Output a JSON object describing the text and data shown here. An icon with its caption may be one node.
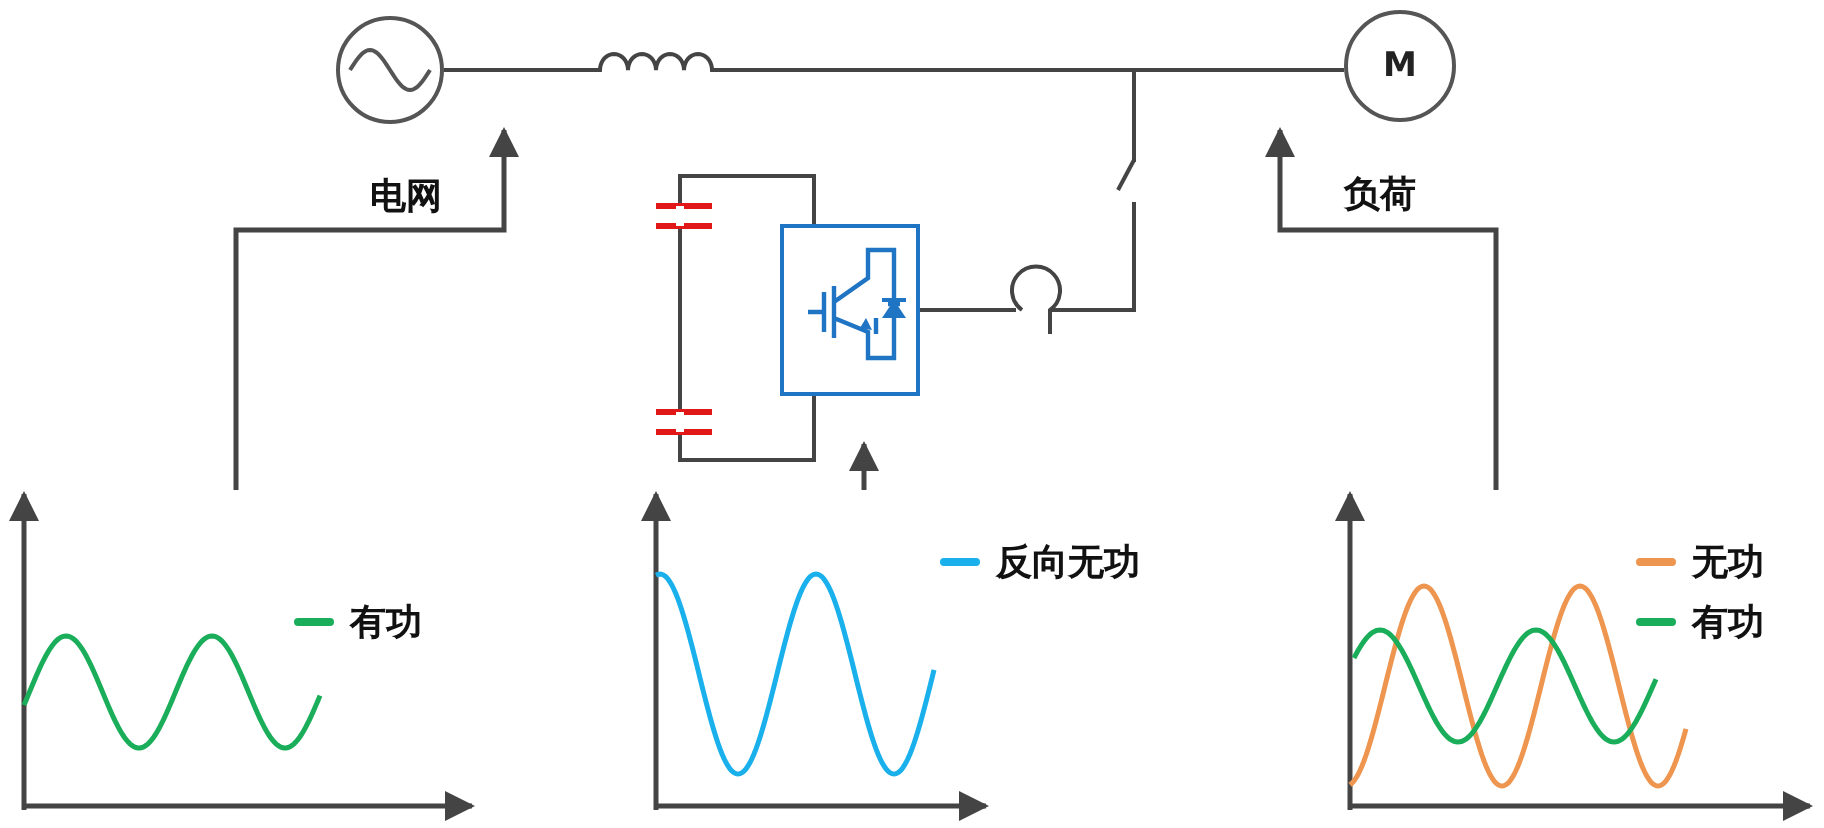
{
  "diagram": {
    "nodes": [
      {
        "text": [],
        "shape": "circle",
        "beside": [
          "电网"
        ]
      },
      {
        "text": [
          "M"
        ],
        "beside": [
          "负荷"
        ]
      },
      {
        "text": [],
        "shape": "box"
      },
      {
        "text": [],
        "shape": "picture"
      },
      {
        "text": [],
        "shape": "picture"
      },
      {
        "text": [],
        "shape": "picture"
      }
    ],
    "edges": [
      {
        "from": 3,
        "to": 0,
        "arrow": "to"
      },
      {
        "from": 4,
        "to": 2,
        "arrow": "to"
      },
      {
        "from": 5,
        "to": 1,
        "arrow": "to"
      },
      {
        "from": 0,
        "to": 1,
        "arrow": "none"
      },
      {
        "from": 2,
        "to": 1,
        "arrow": "none"
      }
    ],
    "legend": [
      {
        "text": "有功",
        "color": "#1aae5a"
      },
      {
        "text": "反向无功",
        "color": "#1ab0ec"
      },
      {
        "text": "无功",
        "color": "#ee9650"
      },
      {
        "text": "有功",
        "color": "#1aae5a"
      }
    ]
  }
}
